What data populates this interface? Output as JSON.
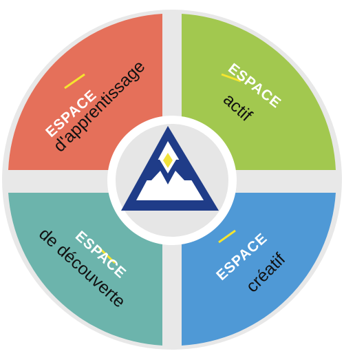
{
  "quadrants": [
    {
      "title": "ESPACE",
      "subtitle": "d'apprentissage",
      "color": "#e5705a",
      "icon": "book-pencil-icon"
    },
    {
      "title": "ESPACE",
      "subtitle": "actif",
      "color": "#a2c84f",
      "icon": "running-figure-icon"
    },
    {
      "title": "ESPACE",
      "subtitle": "de découverte",
      "color": "#6cb4ac",
      "icon": "magnifier-icon"
    },
    {
      "title": "ESPACE",
      "subtitle": "créatif",
      "color": "#4f99d6",
      "icon": "palette-icon"
    }
  ],
  "center": {
    "logo": "mountain-logo-icon",
    "logo_color": "#1f3c88",
    "accent_color": "#f2e23a",
    "hub_color": "#e6e6e6"
  },
  "accent_bar_color": "#f5e52f"
}
